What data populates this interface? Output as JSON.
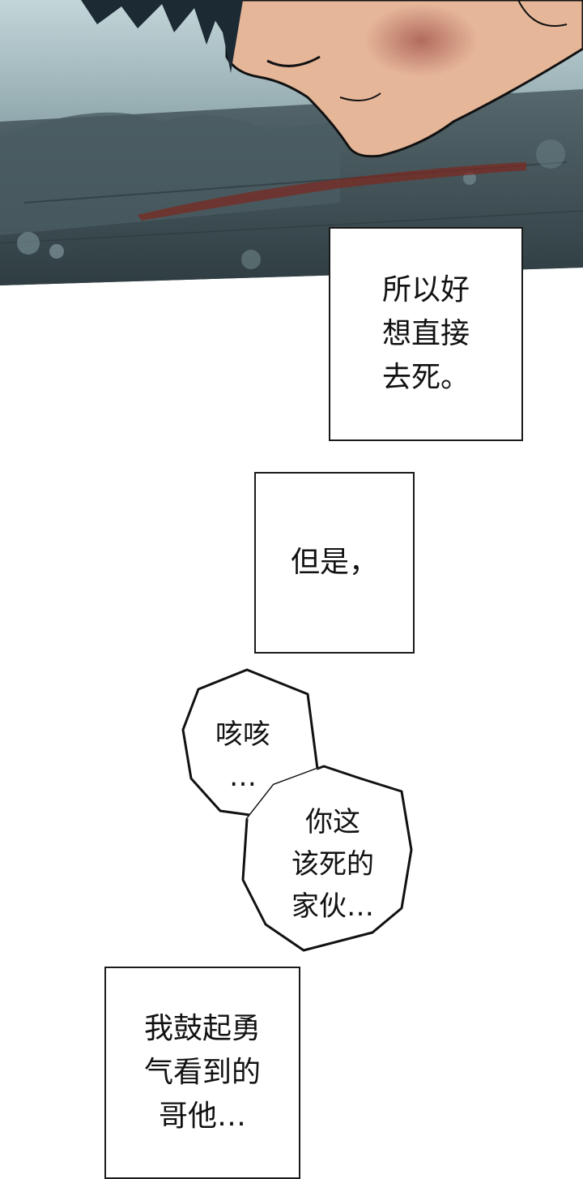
{
  "colors": {
    "sky_top": "#b9cfd3",
    "sky_mid": "#7f979c",
    "ground": "#3d4e53",
    "skin": "#e9b99b",
    "hair": "#1b2a33",
    "blood": "#7a2a22",
    "ink": "#111111",
    "paper": "#ffffff"
  },
  "captions": [
    {
      "lines": [
        "所以好",
        "想直接",
        "去死。"
      ]
    },
    {
      "lines": [
        "但是，"
      ]
    },
    {
      "lines": [
        "我鼓起勇",
        "气看到的",
        "哥他…"
      ]
    }
  ],
  "bubbles": [
    {
      "lines": [
        "咳咳",
        "…"
      ]
    },
    {
      "lines": [
        "你这",
        "该死的",
        "家伙…"
      ]
    }
  ]
}
